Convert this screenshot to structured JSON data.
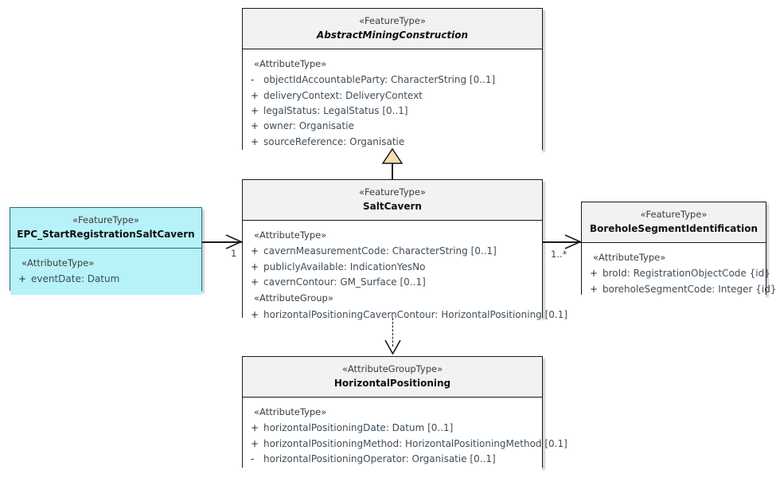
{
  "diagram": {
    "type": "uml-class-diagram",
    "title": "SaltCavern UML class diagram"
  },
  "classes": {
    "abstract_mining_construction": {
      "stereotype": "«FeatureType»",
      "name": "AbstractMiningConstruction",
      "is_abstract": true,
      "sections": [
        {
          "group_label": "«AttributeType»",
          "attributes": [
            {
              "visibility": "-",
              "text": "objectIdAccountableParty: CharacterString [0..1]"
            },
            {
              "visibility": "+",
              "text": "deliveryContext: DeliveryContext"
            },
            {
              "visibility": "+",
              "text": "legalStatus: LegalStatus [0..1]"
            },
            {
              "visibility": "+",
              "text": "owner: Organisatie"
            },
            {
              "visibility": "+",
              "text": "sourceReference: Organisatie"
            }
          ]
        }
      ]
    },
    "salt_cavern": {
      "stereotype": "«FeatureType»",
      "name": "SaltCavern",
      "is_abstract": false,
      "sections": [
        {
          "group_label": "«AttributeType»",
          "attributes": [
            {
              "visibility": "+",
              "text": "cavernMeasurementCode: CharacterString [0..1]"
            },
            {
              "visibility": "+",
              "text": "publiclyAvailable: IndicationYesNo"
            },
            {
              "visibility": "+",
              "text": "cavernContour: GM_Surface [0..1]"
            }
          ]
        },
        {
          "group_label": "«AttributeGroup»",
          "attributes": [
            {
              "visibility": "+",
              "text": "horizontalPositioningCavernContour: HorizontalPositioning [0.1]"
            }
          ]
        }
      ]
    },
    "epc_start_registration_salt_cavern": {
      "stereotype": "«FeatureType»",
      "name": "EPC_StartRegistrationSaltCavern",
      "is_abstract": false,
      "highlight_color": "#b6f2f7",
      "sections": [
        {
          "group_label": "«AttributeType»",
          "attributes": [
            {
              "visibility": "+",
              "text": "eventDate: Datum"
            }
          ]
        }
      ]
    },
    "borehole_segment_identification": {
      "stereotype": "«FeatureType»",
      "name": "BoreholeSegmentIdentification",
      "is_abstract": false,
      "sections": [
        {
          "group_label": "«AttributeType»",
          "attributes": [
            {
              "visibility": "+",
              "text": "broId: RegistrationObjectCode {id}"
            },
            {
              "visibility": "+",
              "text": "boreholeSegmentCode: Integer {id}"
            }
          ]
        }
      ]
    },
    "horizontal_positioning": {
      "stereotype": "«AttributeGroupType»",
      "name": "HorizontalPositioning",
      "is_abstract": false,
      "sections": [
        {
          "group_label": "«AttributeType»",
          "attributes": [
            {
              "visibility": "+",
              "text": "horizontalPositioningDate: Datum [0..1]"
            },
            {
              "visibility": "+",
              "text": "horizontalPositioningMethod: HorizontalPositioningMethod [0.1]"
            },
            {
              "visibility": "-",
              "text": "horizontalPositioningOperator: Organisatie [0..1]"
            }
          ]
        }
      ]
    }
  },
  "relationships": {
    "generalization": {
      "kind": "generalization",
      "from": "SaltCavern",
      "to": "AbstractMiningConstruction",
      "arrow_fill": "#f7deb2"
    },
    "association_left": {
      "kind": "association",
      "from": "EPC_StartRegistrationSaltCavern",
      "to": "SaltCavern",
      "target_multiplicity": "1"
    },
    "association_right": {
      "kind": "association",
      "from": "SaltCavern",
      "to": "BoreholeSegmentIdentification",
      "source_multiplicity": "1..*"
    },
    "dependency": {
      "kind": "dependency",
      "from": "SaltCavern",
      "to": "HorizontalPositioning"
    }
  }
}
